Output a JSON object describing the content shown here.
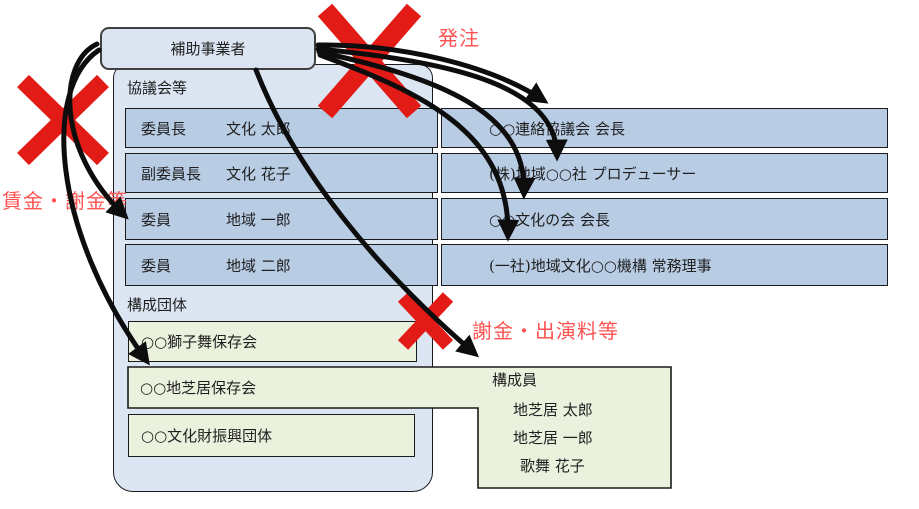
{
  "palette": {
    "container_blue": "#dce6f2",
    "box_blue": "#dbe5f1",
    "row_blue": "#b8cce4",
    "org_green": "#eaf1dd",
    "cross_red": "#e31b17",
    "label_red": "#ff5252",
    "arrow_black": "#0d0d0d"
  },
  "subsidy_box": {
    "label": "補助事業者"
  },
  "council": {
    "title": "協議会等",
    "rows": [
      {
        "role": "委員長",
        "name": "文化 太郎",
        "affiliation": "○○連絡協議会 会長"
      },
      {
        "role": "副委員長",
        "name": "文化 花子",
        "affiliation": "(株)地域○○社 プロデューサー"
      },
      {
        "role": "委員",
        "name": "地域 一郎",
        "affiliation": "○○文化の会 会長"
      },
      {
        "role": "委員",
        "name": "地域 二郎",
        "affiliation": "(一社)地域文化○○機構 常務理事"
      }
    ]
  },
  "member_orgs": {
    "title": "構成団体",
    "items": [
      "○○獅子舞保存会",
      "○○地芝居保存会",
      "○○文化財振興団体"
    ]
  },
  "members": {
    "title": "構成員",
    "names": [
      "地芝居 太郎",
      "地芝居 一郎",
      "歌舞 花子"
    ]
  },
  "flow_labels": {
    "order": "発注",
    "wages": "賃金・謝金等",
    "reward": "謝金・出演料等"
  }
}
